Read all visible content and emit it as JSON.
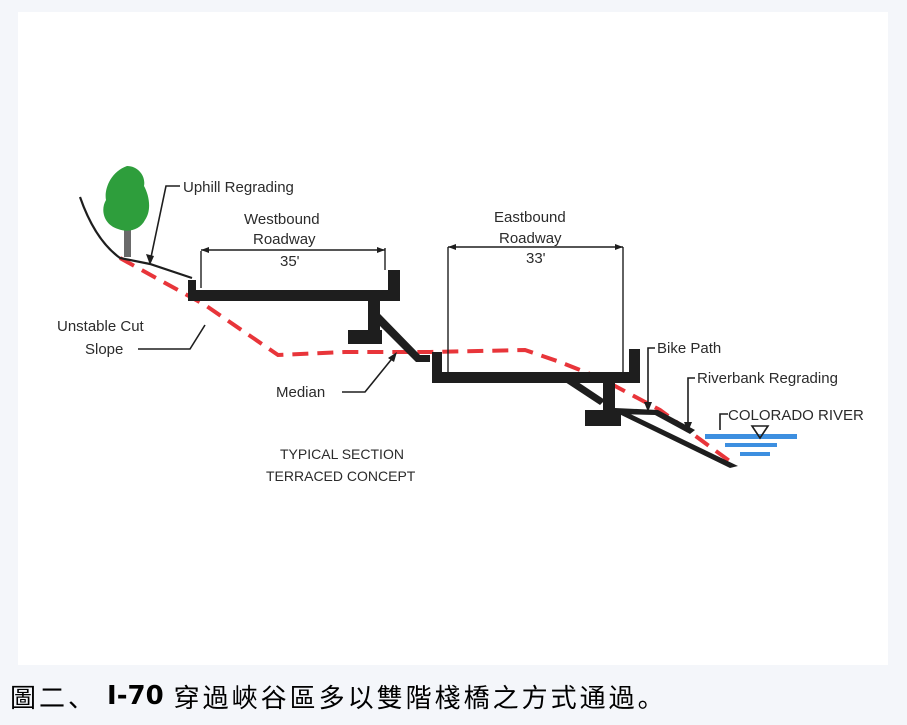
{
  "diagram": {
    "labels": {
      "uphill": "Uphill Regrading",
      "westbound_1": "Westbound",
      "westbound_2": "Roadway",
      "westbound_width": "35'",
      "eastbound_1": "Eastbound",
      "eastbound_2": "Roadway",
      "eastbound_width": "33'",
      "unstable_1": "Unstable Cut",
      "unstable_2": "Slope",
      "median": "Median",
      "bike_path": "Bike Path",
      "riverbank": "Riverbank Regrading",
      "river": "COLORADO RIVER",
      "section_1": "TYPICAL SECTION",
      "section_2": "TERRACED CONCEPT"
    },
    "colors": {
      "structure": "#1e1e1e",
      "original_grade_dashed": "#e8353a",
      "tree": "#2e9e3c",
      "water": "#3d8fe0"
    }
  },
  "caption": {
    "prefix": "圖二、",
    "highway": "I-70",
    "suffix": "穿過峽谷區多以雙階棧橋之方式通過。"
  }
}
